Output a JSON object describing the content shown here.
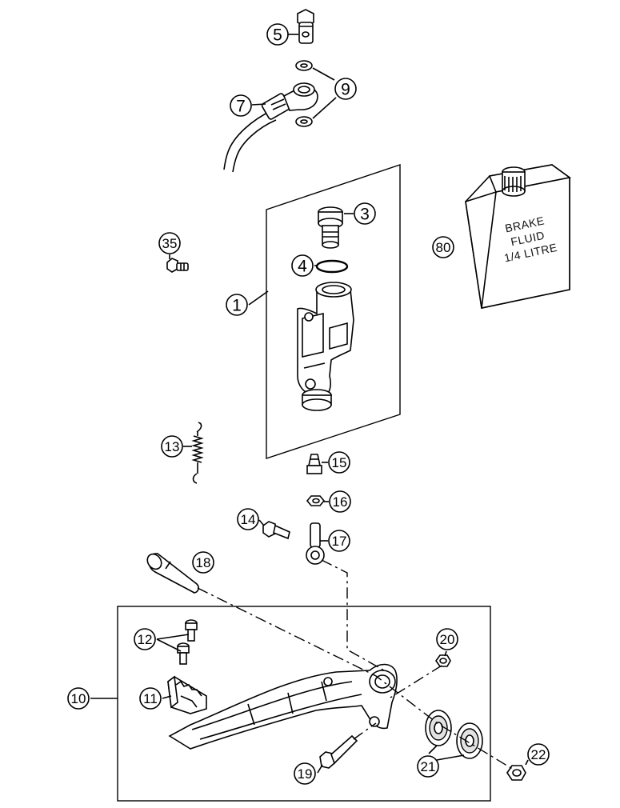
{
  "diagram": {
    "brake_fluid_label": [
      "BRAKE",
      "FLUID",
      "1/4 LITRE"
    ],
    "callouts": [
      {
        "id": "1",
        "name": "master-cylinder"
      },
      {
        "id": "3",
        "name": "reservoir-cap"
      },
      {
        "id": "4",
        "name": "o-ring"
      },
      {
        "id": "5",
        "name": "banjo-bolt"
      },
      {
        "id": "7",
        "name": "brake-line"
      },
      {
        "id": "9",
        "name": "seal-ring"
      },
      {
        "id": "10",
        "name": "foot-brake-lever-assembly"
      },
      {
        "id": "11",
        "name": "lever-tip"
      },
      {
        "id": "12",
        "name": "tip-screws"
      },
      {
        "id": "13",
        "name": "return-spring"
      },
      {
        "id": "14",
        "name": "piston-rod-bolt"
      },
      {
        "id": "15",
        "name": "piston-rod"
      },
      {
        "id": "16",
        "name": "hex-nut"
      },
      {
        "id": "17",
        "name": "rod-end"
      },
      {
        "id": "18",
        "name": "pivot-bolt"
      },
      {
        "id": "19",
        "name": "spring-bolt"
      },
      {
        "id": "20",
        "name": "collar-nut"
      },
      {
        "id": "21",
        "name": "bearings"
      },
      {
        "id": "22",
        "name": "pivot-nut"
      },
      {
        "id": "35",
        "name": "mounting-screw"
      },
      {
        "id": "80",
        "name": "brake-fluid-can"
      }
    ]
  }
}
